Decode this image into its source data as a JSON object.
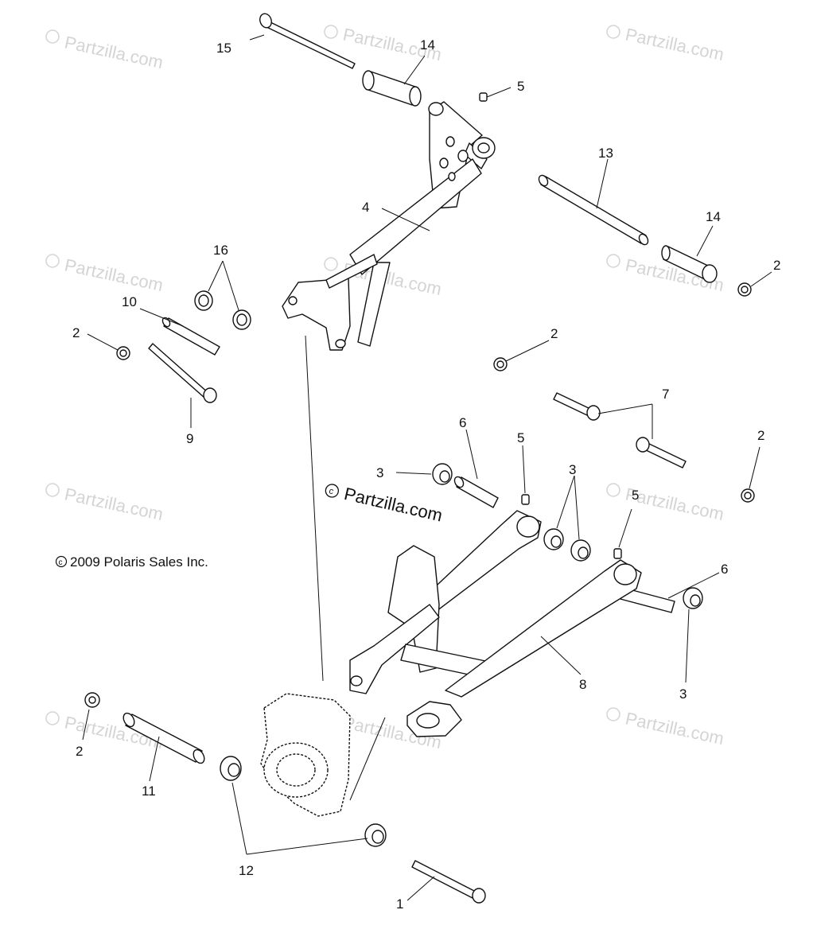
{
  "copyright": "2009 Polaris Sales Inc.",
  "watermark": "Partzilla.com",
  "callouts": {
    "c1": "1",
    "c2a": "2",
    "c2b": "2",
    "c2c": "2",
    "c2d": "2",
    "c2e": "2",
    "c3a": "3",
    "c3b": "3",
    "c3c": "3",
    "c4": "4",
    "c5a": "5",
    "c5b": "5",
    "c5c": "5",
    "c6a": "6",
    "c6b": "6",
    "c7": "7",
    "c8": "8",
    "c9": "9",
    "c10": "10",
    "c11": "11",
    "c12": "12",
    "c13": "13",
    "c14a": "14",
    "c14b": "14",
    "c15": "15",
    "c16": "16"
  }
}
